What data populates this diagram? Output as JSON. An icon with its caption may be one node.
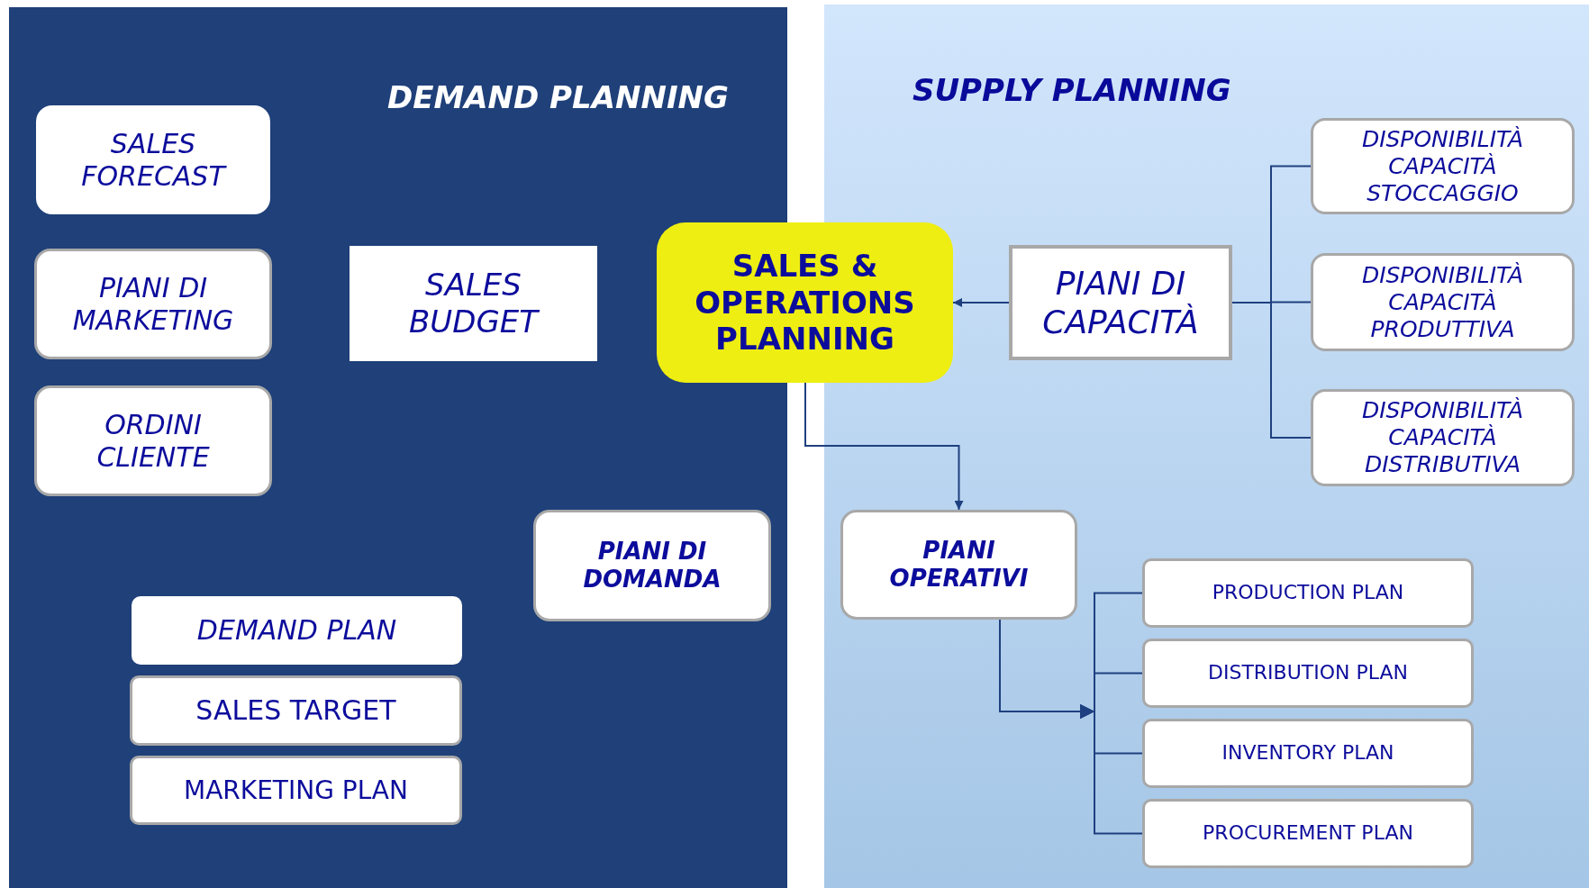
{
  "diagram": {
    "nodes": [
      {
        "text": [
          "DEMAND PLANNING"
        ]
      },
      {
        "text": [
          "SALES FORECAST"
        ],
        "in": 0
      },
      {
        "text": [
          "PIANI DI MARKETING"
        ],
        "in": 0
      },
      {
        "text": [
          "SALES BUDGET"
        ],
        "in": 0
      },
      {
        "text": [
          "ORDINI CLIENTE"
        ],
        "in": 0
      },
      {
        "text": [
          "PIANI DI DOMANDA"
        ],
        "in": 0
      },
      {
        "text": [
          "DEMAND PLAN"
        ],
        "in": 0
      },
      {
        "text": [
          "SALES TARGET"
        ],
        "in": 0
      },
      {
        "text": [
          "MARKETING PLAN"
        ],
        "in": 0
      },
      {
        "text": [
          "SUPPLY PLANNING"
        ]
      },
      {
        "text": [
          "SALES & OPERATIONS PLANNING"
        ]
      },
      {
        "text": [
          "PIANI DI CAPACITÀ"
        ],
        "in": 9
      },
      {
        "text": [
          "DISPONIBILITÀ CAPACITÀ STOCCAGGIO"
        ],
        "in": 9
      },
      {
        "text": [
          "DISPONIBILITÀ CAPACITÀ PRODUTTIVA"
        ],
        "in": 9
      },
      {
        "text": [
          "DISPONIBILITÀ CAPACITÀ DISTRIBUTIVA"
        ],
        "in": 9
      },
      {
        "text": [
          "PIANI OPERATIVI"
        ],
        "in": 9
      },
      {
        "text": [
          "PRODUCTION PLAN"
        ],
        "in": 9
      },
      {
        "text": [
          "DISTRIBUTION PLAN"
        ],
        "in": 9
      },
      {
        "text": [
          "INVENTORY PLAN"
        ],
        "in": 9
      },
      {
        "text": [
          "PROCUREMENT PLAN"
        ],
        "in": 9
      }
    ],
    "edges": [
      {
        "from": 11,
        "to": 10,
        "arrow": "to"
      },
      {
        "from": 11,
        "to": 12,
        "arrow": "none"
      },
      {
        "from": 11,
        "to": 13,
        "arrow": "none"
      },
      {
        "from": 11,
        "to": 14,
        "arrow": "none"
      },
      {
        "from": 10,
        "to": 15,
        "arrow": "to"
      },
      {
        "from": 15,
        "to": 16,
        "arrow": "to"
      },
      {
        "from": 15,
        "to": 17,
        "arrow": "to"
      },
      {
        "from": 15,
        "to": 18,
        "arrow": "to"
      },
      {
        "from": 15,
        "to": 19,
        "arrow": "to"
      }
    ]
  }
}
